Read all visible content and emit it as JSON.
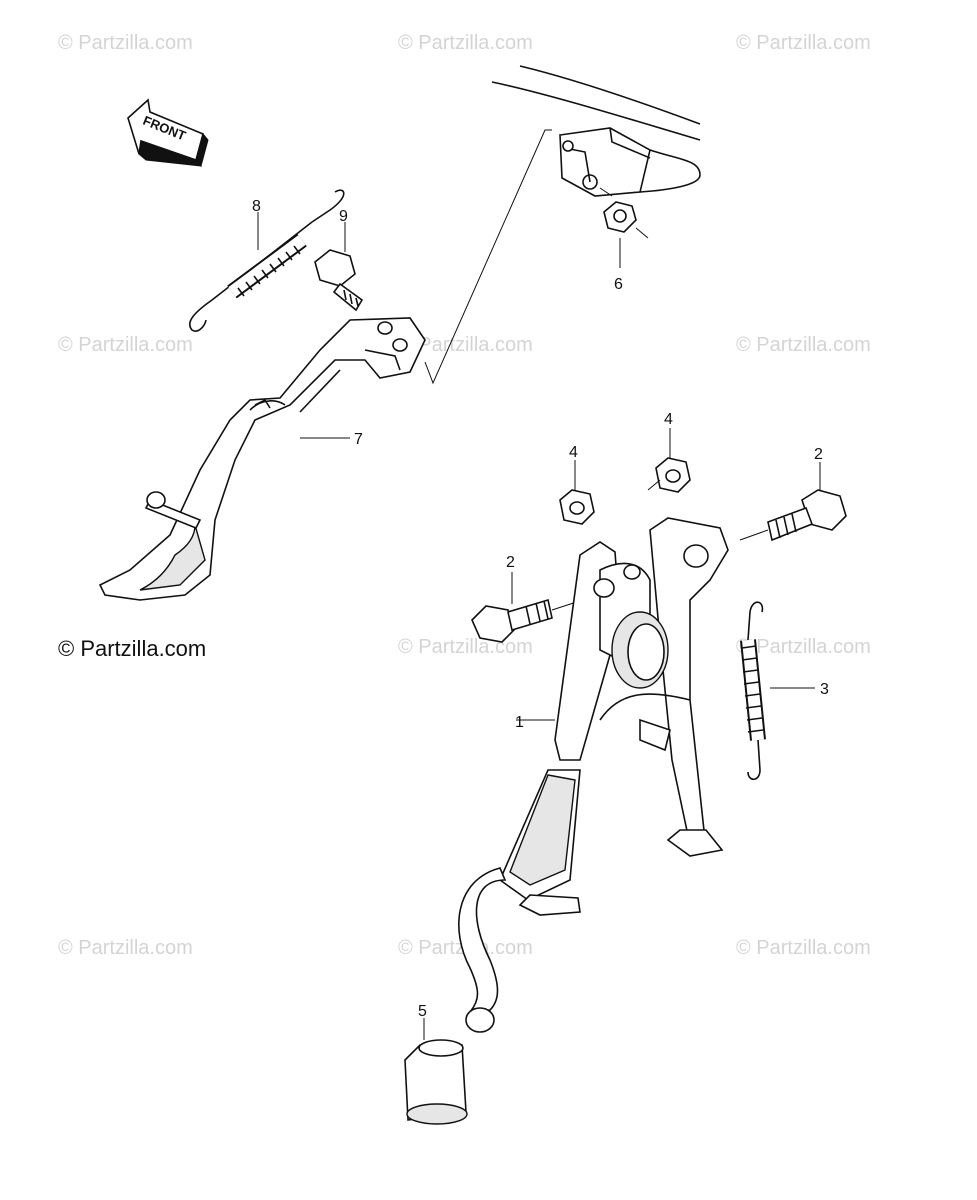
{
  "watermark": {
    "text": "© Partzilla.com",
    "color": "#d4d4d4"
  },
  "copyright_label": "© Partzilla.com",
  "front_arrow": {
    "label": "FRONT"
  },
  "callouts": {
    "p1": "1",
    "p2a": "2",
    "p2b": "2",
    "p3": "3",
    "p4a": "4",
    "p4b": "4",
    "p5": "5",
    "p6": "6",
    "p7": "7",
    "p8": "8",
    "p9": "9"
  },
  "parts": {
    "center_stand": "center-stand",
    "bolt_left": "bolt",
    "bolt_right": "bolt",
    "stand_spring": "spring",
    "nut_left": "nut",
    "nut_right": "nut",
    "pedal_rubber": "rubber",
    "frame_nut": "nut",
    "side_stand": "side-stand",
    "side_spring": "spring",
    "side_bolt": "bolt"
  }
}
